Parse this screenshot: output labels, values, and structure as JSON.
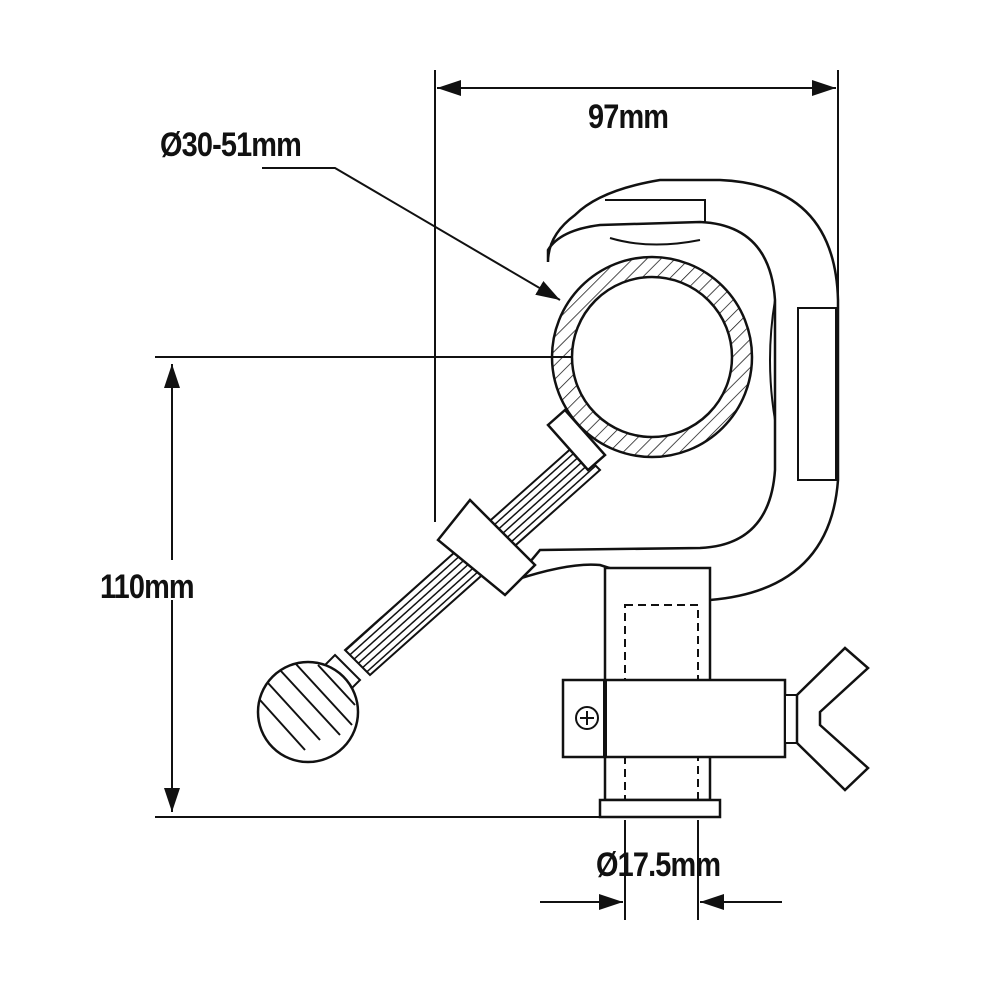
{
  "dimensions": {
    "width": "97mm",
    "tube_diameter": "Ø30-51mm",
    "height": "110mm",
    "spigot_diameter": "Ø17.5mm"
  },
  "colors": {
    "line": "#111111",
    "background": "#ffffff"
  }
}
